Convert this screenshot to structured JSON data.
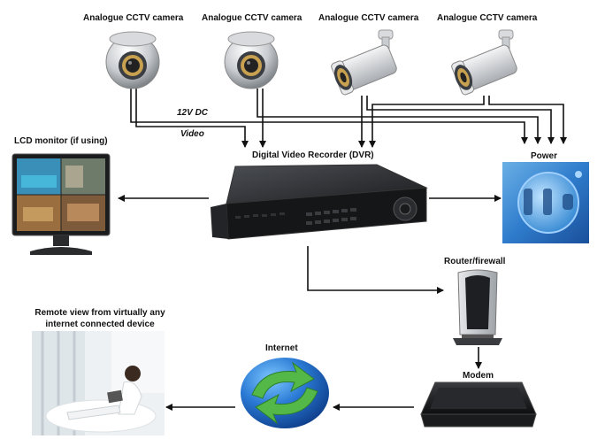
{
  "labels": {
    "camera1": "Analogue CCTV camera",
    "camera2": "Analogue CCTV camera",
    "camera3": "Analogue CCTV camera",
    "camera4": "Analogue CCTV camera",
    "power_line": "12V DC",
    "video_line": "Video",
    "dvr": "Digital Video Recorder (DVR)",
    "monitor": "LCD monitor (if using)",
    "power": "Power",
    "router": "Router/firewall",
    "modem": "Modem",
    "internet": "Internet",
    "remote_line1": "Remote view from virtually any",
    "remote_line2": "internet connected device"
  }
}
